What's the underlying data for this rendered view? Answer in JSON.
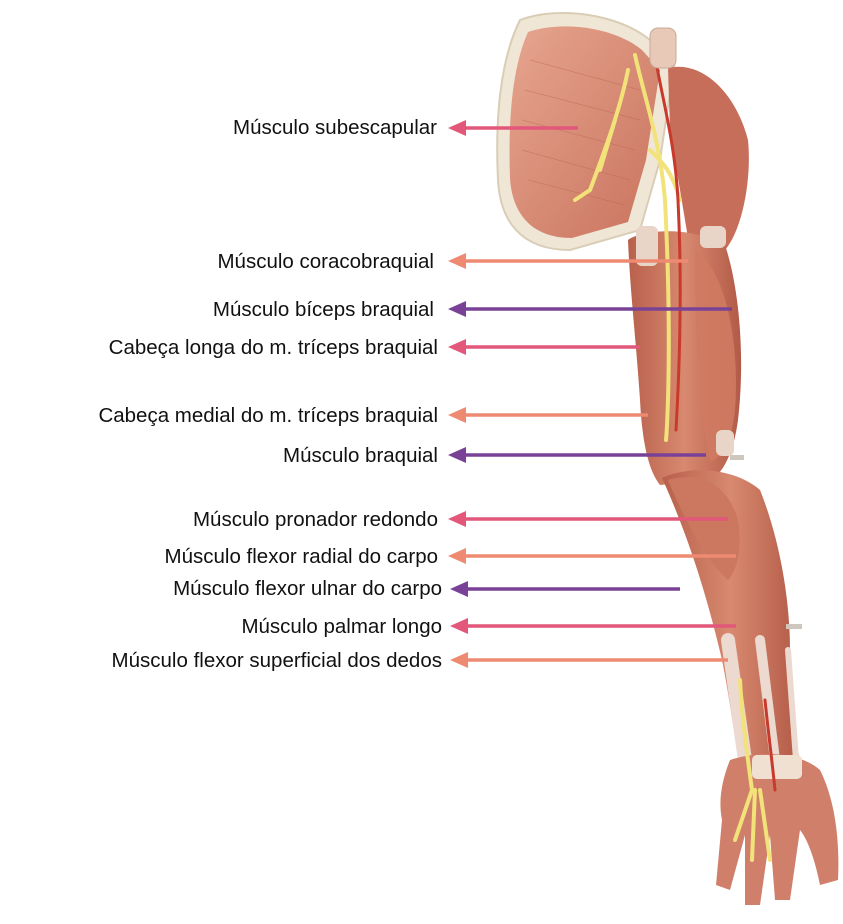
{
  "colors": {
    "pink": "#e2577a",
    "salmon": "#ee8a72",
    "purple": "#7a4296",
    "muscle": "#c8735f",
    "tendon": "#ecd9cf",
    "nerve": "#f2e27a",
    "artery": "#c83a2c"
  },
  "image": {
    "description": "Anatomical model of the right upper limb, anterior view, showing muscles, nerves and vessels"
  },
  "labels": [
    {
      "id": "subescapular",
      "text": "Músculo subescapular",
      "color": "pink"
    },
    {
      "id": "coracobraquial",
      "text": "Músculo coracobraquial",
      "color": "salmon"
    },
    {
      "id": "biceps",
      "text": "Músculo bíceps braquial",
      "color": "purple"
    },
    {
      "id": "triceps-longa",
      "text": "Cabeça longa do m. tríceps braquial",
      "color": "pink"
    },
    {
      "id": "triceps-medial",
      "text": "Cabeça medial do m. tríceps braquial",
      "color": "salmon"
    },
    {
      "id": "braquial",
      "text": "Músculo braquial",
      "color": "purple"
    },
    {
      "id": "pronador",
      "text": "Músculo pronador redondo",
      "color": "pink"
    },
    {
      "id": "flexor-radial",
      "text": "Músculo flexor radial do carpo",
      "color": "salmon"
    },
    {
      "id": "flexor-ulnar",
      "text": "Músculo flexor ulnar do carpo",
      "color": "purple"
    },
    {
      "id": "palmar",
      "text": "Músculo palmar longo",
      "color": "pink"
    },
    {
      "id": "flexor-superficial",
      "text": "Músculo flexor superficial dos dedos",
      "color": "salmon"
    }
  ]
}
